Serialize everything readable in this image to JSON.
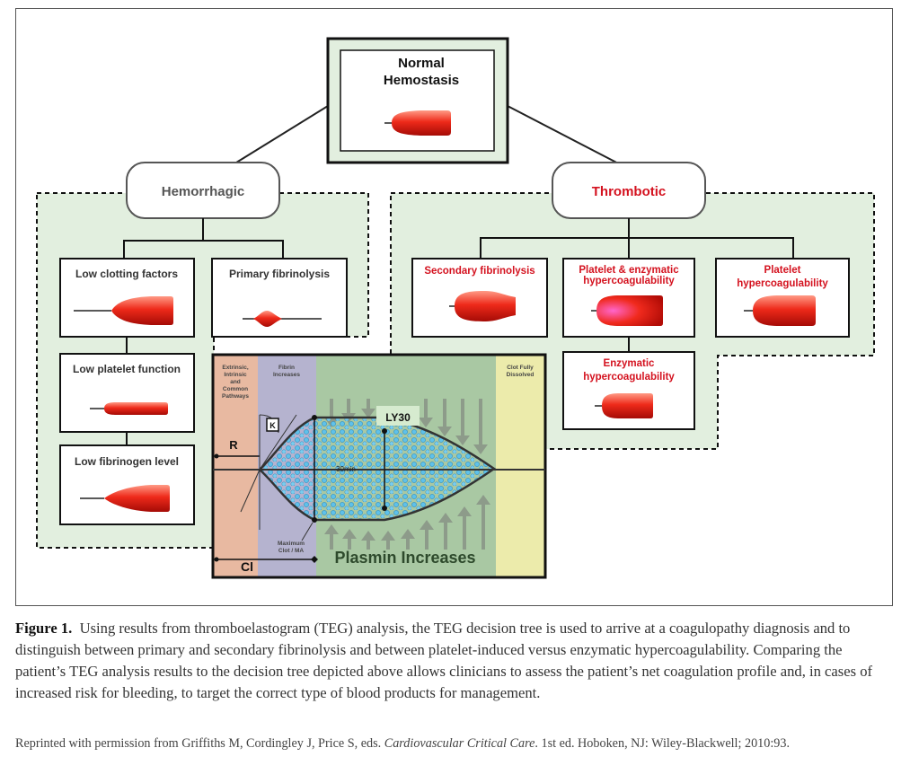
{
  "figure": {
    "normal": {
      "line1": "Normal",
      "line2": "Hemostasis"
    },
    "hemorrhagic": {
      "title": "Hemorrhagic",
      "boxes": {
        "low_clotting": "Low clotting factors",
        "primary_fibrinolysis": "Primary fibrinolysis",
        "low_platelet": "Low platelet function",
        "low_fibrinogen": "Low fibrinogen level"
      }
    },
    "thrombotic": {
      "title": "Thrombotic",
      "boxes": {
        "secondary_fibrinolysis": "Secondary fibrinolysis",
        "plt_enz_line1": "Platelet & enzymatic",
        "plt_enz_line2": "hypercoagulability",
        "platelet_line1": "Platelet",
        "platelet_line2": "hypercoagulability",
        "enz_line1": "Enzymatic",
        "enz_line2": "hypercoagulability"
      }
    },
    "teg": {
      "zone1_line1": "Extrinsic,",
      "zone1_line2": "Intrinsic",
      "zone1_line3": "and",
      "zone1_line4": "Common",
      "zone1_line5": "Pathways",
      "zone2_line1": "Fibrin",
      "zone2_line2": "Increases",
      "zone4_line1": "Clot Fully",
      "zone4_line2": "Dissolved",
      "r": "R",
      "k": "K",
      "ly30": "LY30",
      "thirty_min": "30min",
      "ma_line1": "Maximum",
      "ma_line2": "Clot / MA",
      "cl": "Cl",
      "plasmin": "Plasmin Increases"
    }
  },
  "caption": {
    "label": "Figure 1.",
    "text": "Using results from thromboelastogram (TEG) analysis, the TEG decision tree is used to arrive at a coagulopathy diagnosis and to distinguish between primary and secondary fibrinolysis and between platelet-induced versus enzymatic hypercoagulability. Comparing the patient’s TEG analysis results to the decision tree depicted above allows clinicians to assess the patient’s net coagulation profile and, in cases of increased risk for bleeding, to target the correct type of blood products for management."
  },
  "credit": {
    "prefix": "Reprinted with permission from Griffiths M, Cordingley J, Price S, eds. ",
    "book": "Cardiovascular Critical Care",
    "suffix": ". 1st ed. Hoboken, NJ: Wiley-Blackwell; 2010:93."
  },
  "colors": {
    "panel_fill": "#e2efdf",
    "thrombotic_red": "#d4121f",
    "zone_peach": "#e8b9a1",
    "zone_lavender": "#b5b3cf",
    "zone_green": "#a9c8a3",
    "zone_yellow": "#ecebab",
    "curve_blue": "#3aa6d8"
  }
}
